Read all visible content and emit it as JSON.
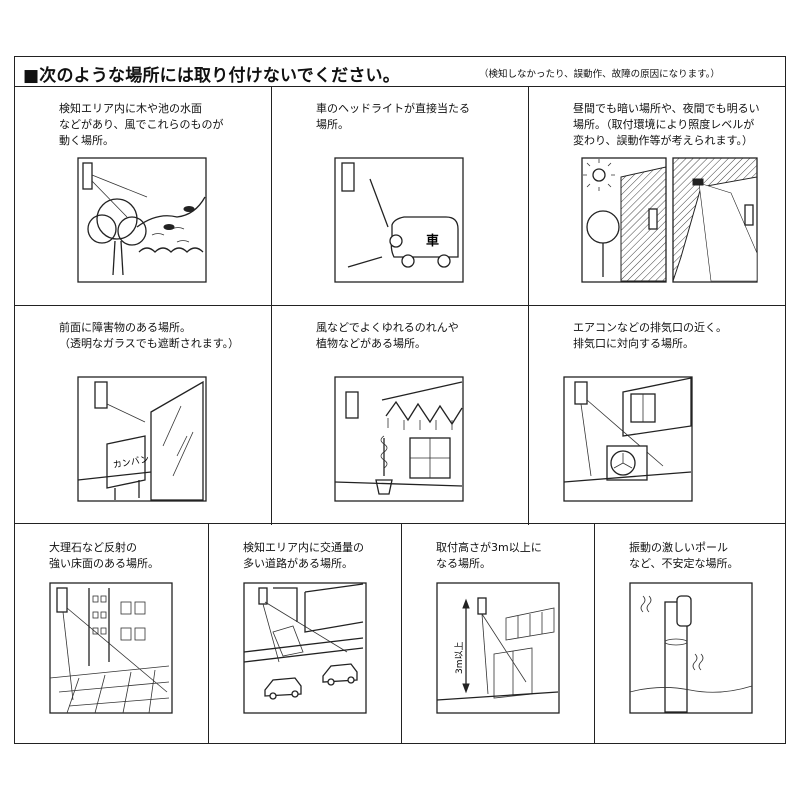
{
  "header": {
    "title": "■次のような場所には取り付けないでください。",
    "note": "（検知しなかったり、誤動作、故障の原因になります。）"
  },
  "cells": [
    {
      "id": "pond",
      "caption": "検知エリア内に木や池の水面\nなどがあり、風でこれらのものが\n動く場所。"
    },
    {
      "id": "headlight",
      "caption": "車のヘッドライトが直接当たる\n場所。",
      "label": "車"
    },
    {
      "id": "light-change",
      "caption": "昼間でも暗い場所や、夜間でも明るい\n場所。（取付環境により照度レベルが\n変わり、誤動作等が考えられます。）"
    },
    {
      "id": "obstacle",
      "caption": "前面に障害物のある場所。\n（透明なガラスでも遮断されます。）",
      "sign_text": "カンバン"
    },
    {
      "id": "curtain",
      "caption": "風などでよくゆれるのれんや\n植物などがある場所。"
    },
    {
      "id": "exhaust",
      "caption": "エアコンなどの排気口の近く。\n排気口に対向する場所。"
    },
    {
      "id": "marble",
      "caption": "大理石など反射の\n強い床面のある場所。"
    },
    {
      "id": "traffic",
      "caption": "検知エリア内に交通量の\n多い道路がある場所。"
    },
    {
      "id": "height",
      "caption": "取付高さが3m以上に\nなる場所。",
      "height_label": "3m以上"
    },
    {
      "id": "pole",
      "caption": "振動の激しいポール\nなど、不安定な場所。"
    }
  ]
}
